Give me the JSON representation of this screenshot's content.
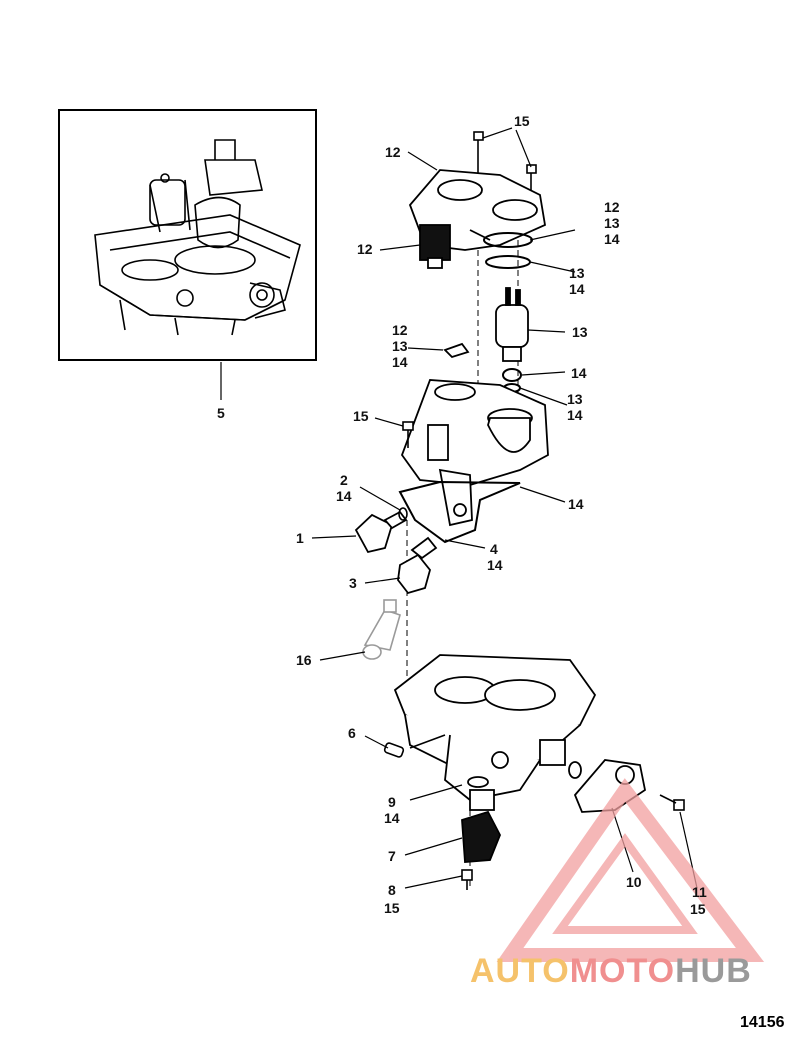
{
  "callouts": {
    "c1": "1",
    "c2": "2",
    "c3": "3",
    "c4": "4",
    "c5": "5",
    "c6": "6",
    "c7": "7",
    "c8": "8",
    "c9": "9",
    "c10": "10",
    "c11": "11",
    "c12": "12",
    "c13": "13",
    "c14": "14",
    "c15": "15",
    "c16": "16"
  },
  "watermark": {
    "part1": "AUTO",
    "part2": "MOTO",
    "part3": "HUB",
    "colors": {
      "part1": "#f5c26b",
      "part2": "#f08f8f",
      "part3": "#9a9a9a",
      "triangle": "#f2a0a0"
    }
  },
  "figure_number": "14156"
}
